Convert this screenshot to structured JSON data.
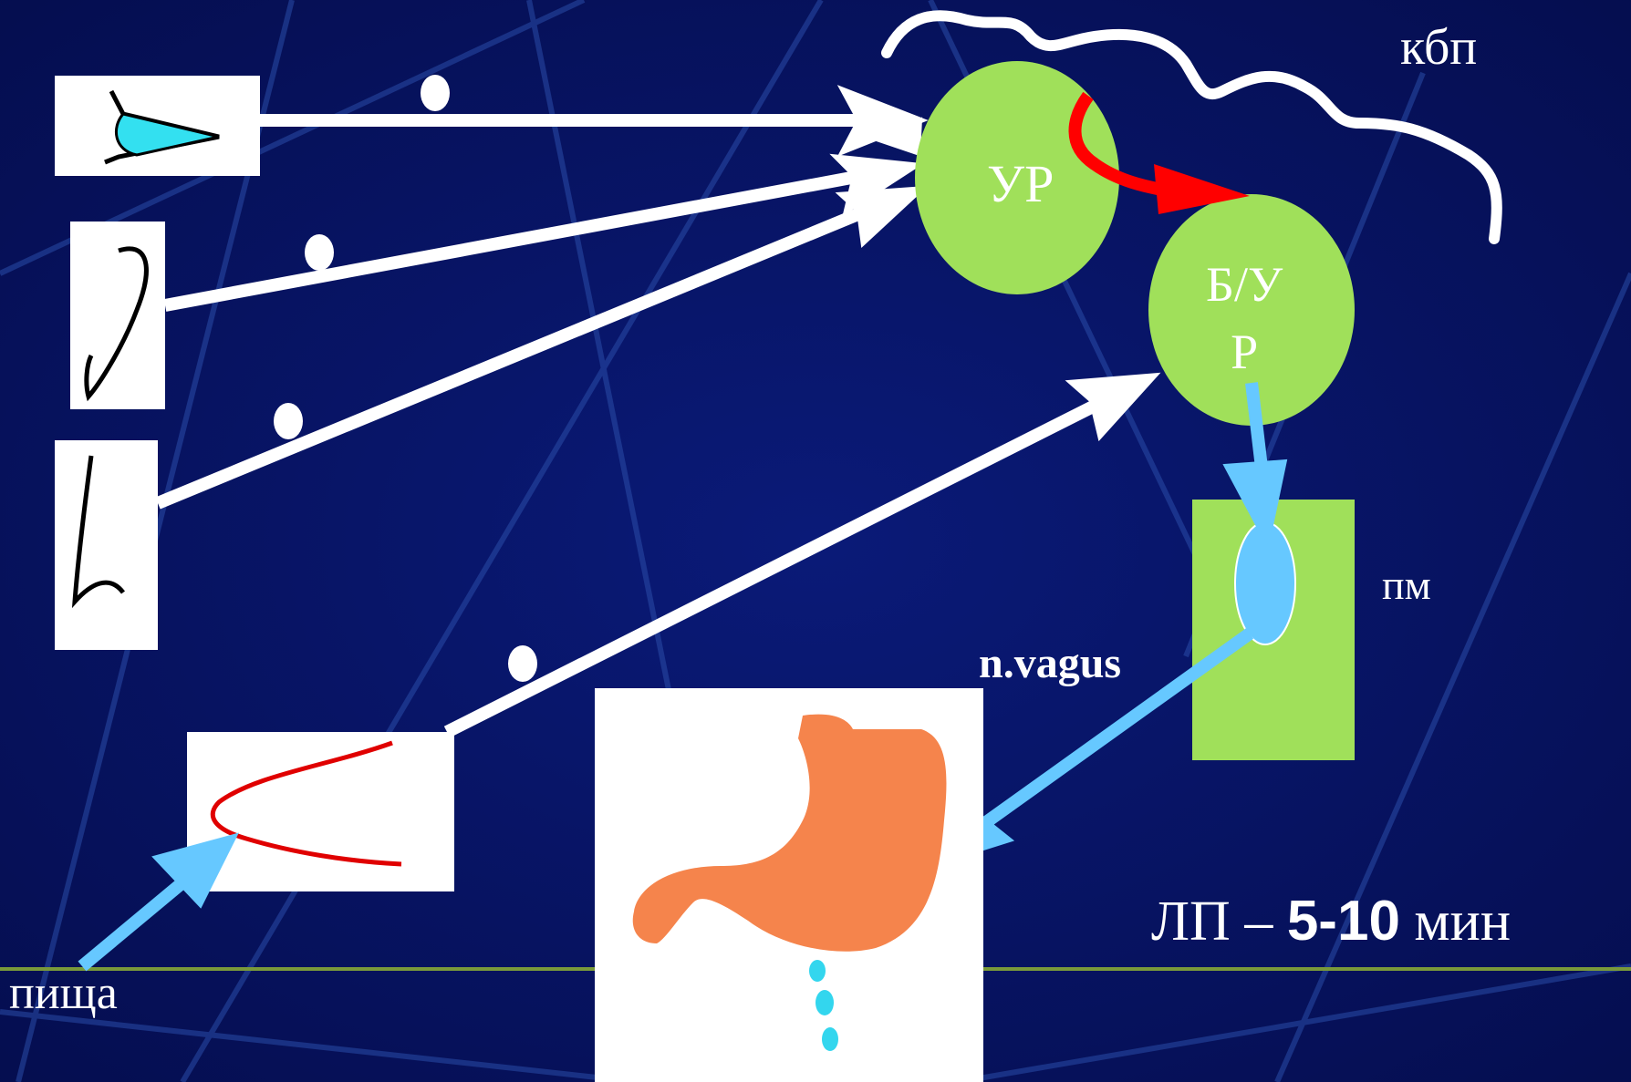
{
  "labels": {
    "kbp": "кбп",
    "ur": "УР",
    "bur_line1": "Б/У",
    "bur_line2": "Р",
    "pm": "пм",
    "vagus": "n.vagus",
    "pishcha": "пища",
    "lp_prefix": "ЛП –",
    "lp_value": "5-10",
    "lp_unit": "мин"
  },
  "icons": [
    "eye-icon",
    "ear-icon",
    "nose-icon",
    "tongue-icon",
    "stomach-icon"
  ],
  "colors": {
    "background": "#06105a",
    "nodes": "#a0e05a",
    "efferent": "#66c8ff",
    "link": "#ff0000",
    "stomach": "#f5844c",
    "eye_fill": "#33e0f0",
    "saliva": "#33d6ee"
  }
}
